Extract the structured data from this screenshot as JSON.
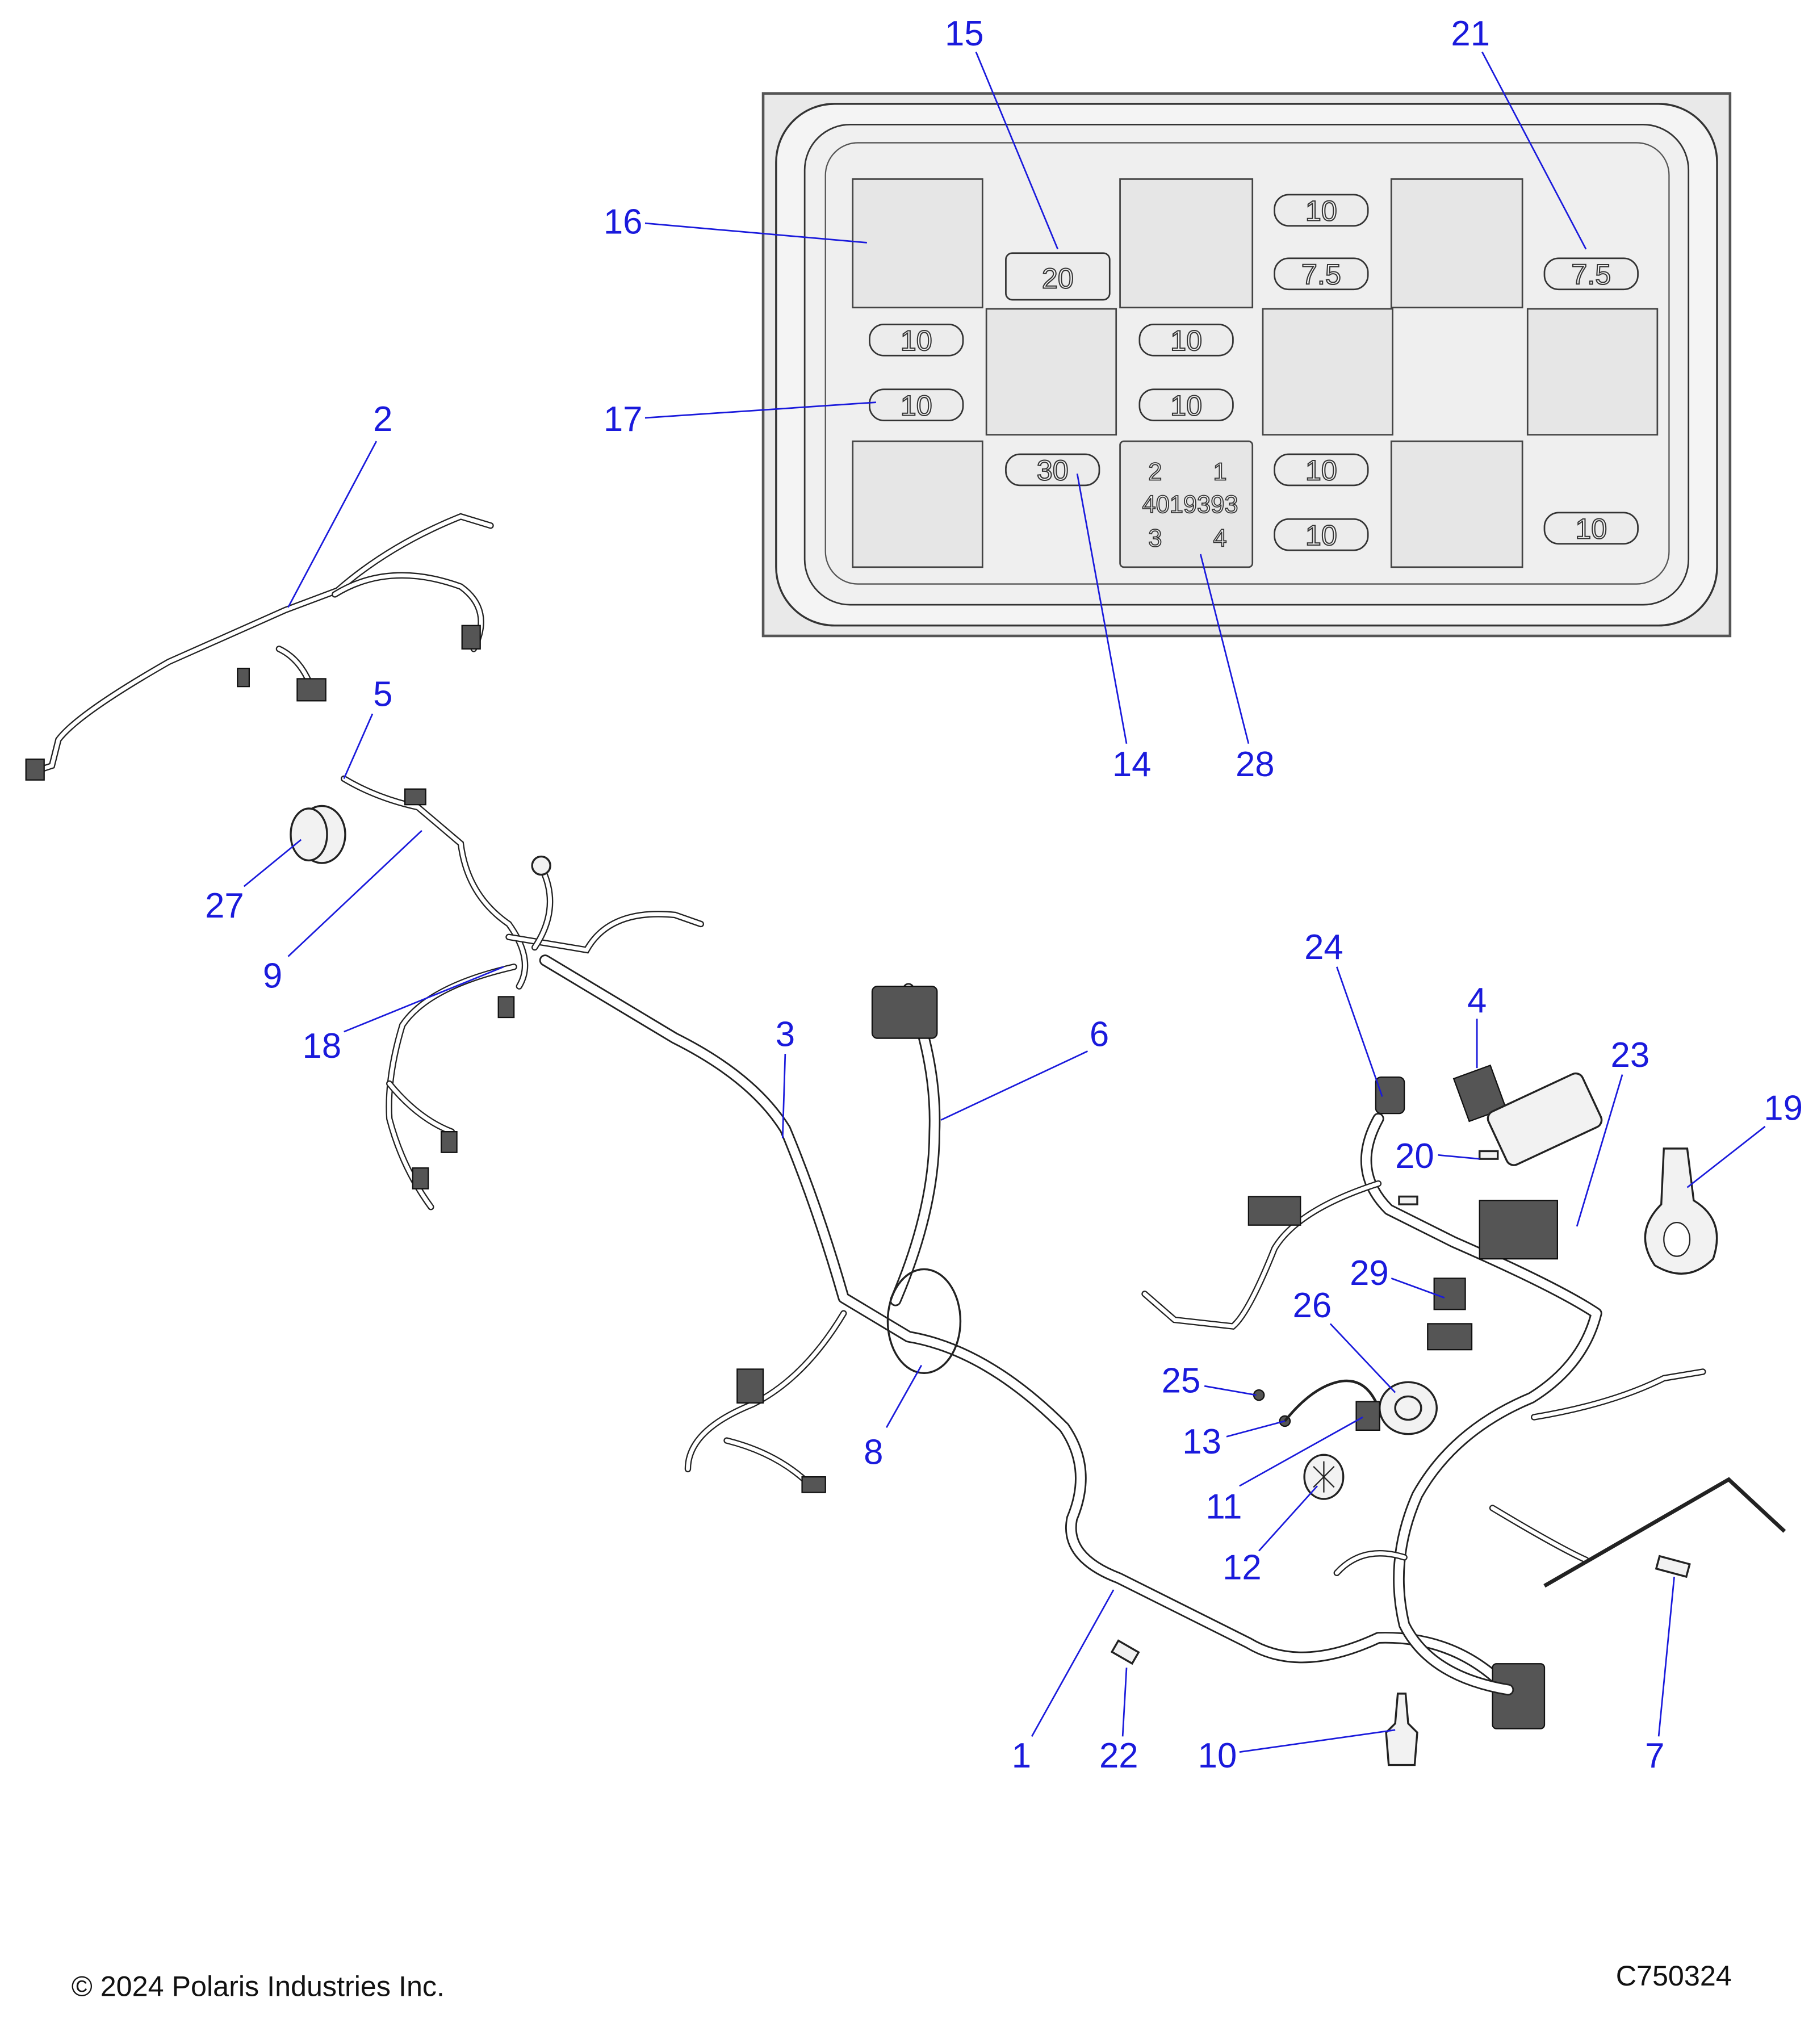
{
  "callouts": {
    "c1": "1",
    "c2": "2",
    "c3": "3",
    "c4": "4",
    "c5": "5",
    "c6": "6",
    "c7": "7",
    "c8": "8",
    "c9": "9",
    "c10": "10",
    "c11": "11",
    "c12": "12",
    "c13": "13",
    "c14": "14",
    "c15": "15",
    "c16": "16",
    "c17": "17",
    "c18": "18",
    "c19": "19",
    "c20": "20",
    "c21": "21",
    "c22": "22",
    "c23": "23",
    "c24": "24",
    "c25": "25",
    "c26": "26",
    "c27": "27",
    "c28": "28",
    "c29": "29"
  },
  "fuse_box": {
    "fuses": [
      "20",
      "10",
      "7.5",
      "7.5",
      "10",
      "10",
      "10",
      "10",
      "30",
      "10",
      "10",
      "10"
    ],
    "relay_28": {
      "pin2": "2",
      "pin1": "1",
      "part_number": "4019393",
      "pin3": "3",
      "pin4": "4"
    }
  },
  "footer": {
    "copyright": "© 2024 Polaris Industries Inc.",
    "diagram_id": "C750324"
  },
  "colors": {
    "callout": "#1a1adc"
  }
}
